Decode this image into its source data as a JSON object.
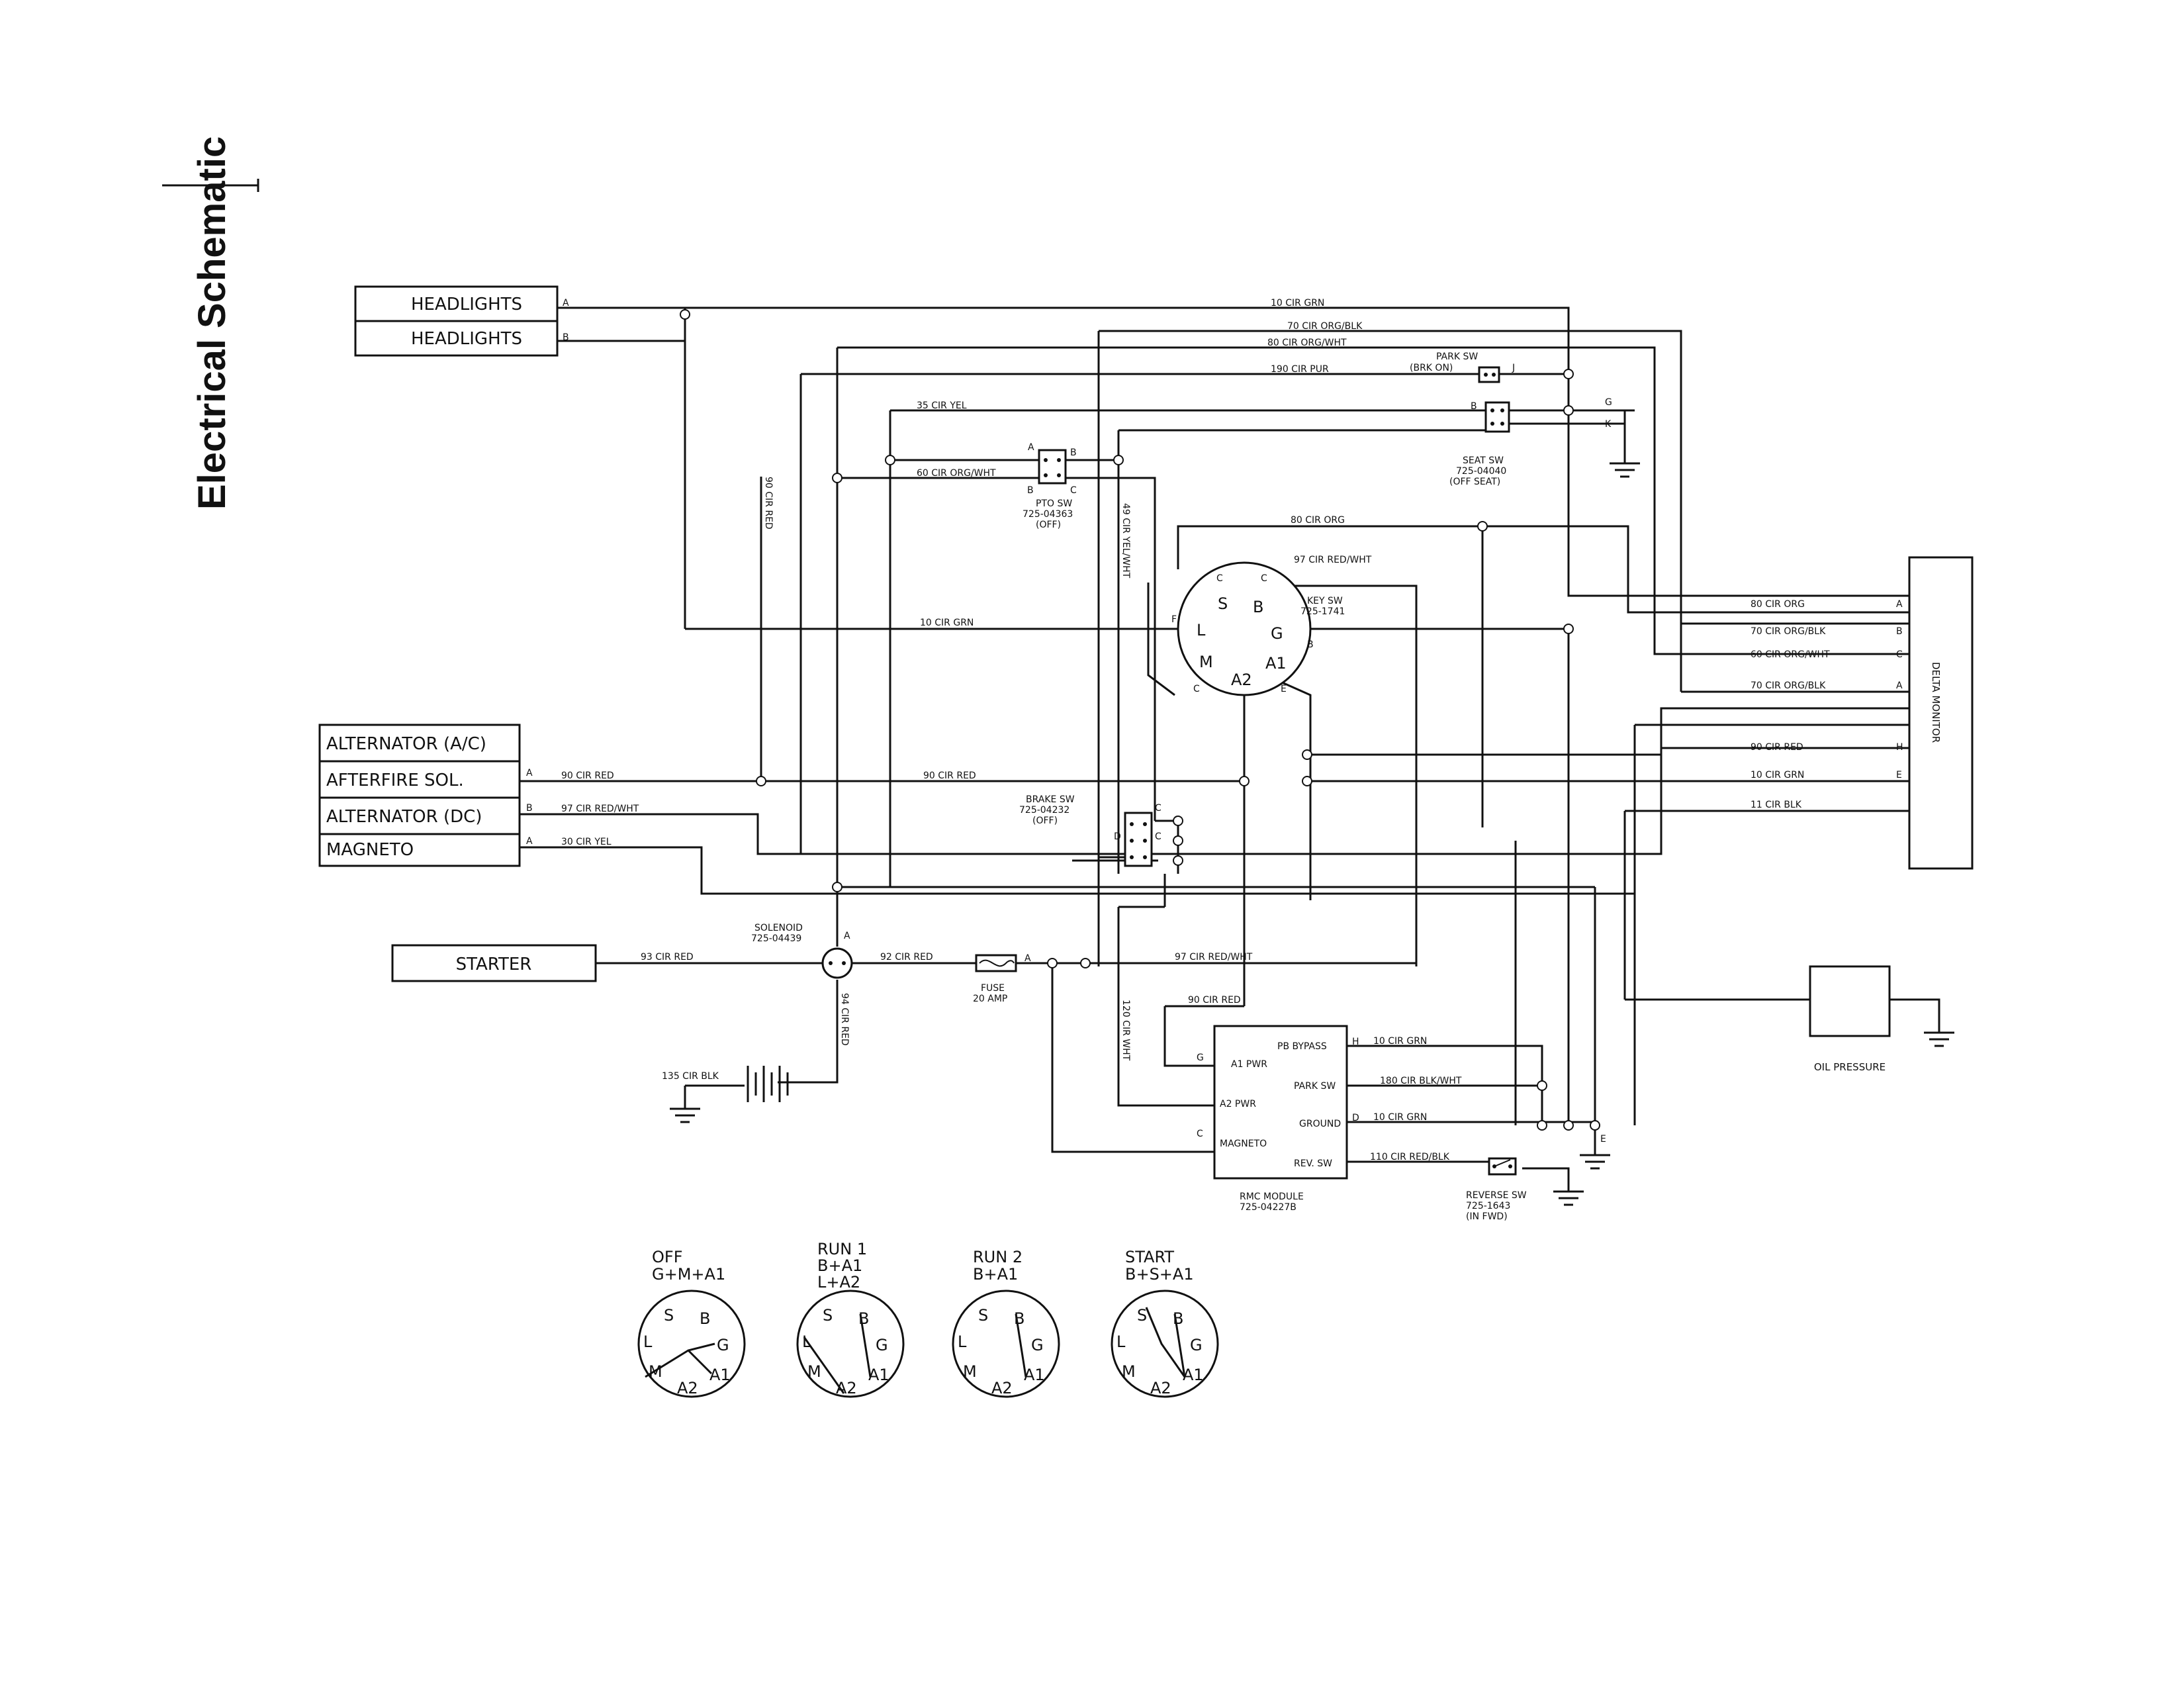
{
  "page": {
    "title": "Electrical Schematic"
  },
  "components": {
    "headlights_a": "HEADLIGHTS",
    "headlights_b": "HEADLIGHTS",
    "alternator_ac": "ALTERNATOR (A/C)",
    "afterfire_sol": "AFTERFIRE SOL.",
    "alternator_dc": "ALTERNATOR (DC)",
    "magneto": "MAGNETO",
    "starter": "STARTER",
    "delta_monitor": "DELTA MONITOR",
    "oil_pressure": "OIL PRESSURE"
  },
  "switches": {
    "park_sw": {
      "name": "PARK SW",
      "state": "(BRK ON)"
    },
    "seat_sw": {
      "name": "SEAT SW",
      "part": "725-04040",
      "state": "(OFF SEAT)"
    },
    "pto_sw": {
      "name": "PTO SW",
      "part": "725-04363",
      "state": "(OFF)"
    },
    "key_sw": {
      "name": "KEY SW",
      "part": "725-1741"
    },
    "brake_sw": {
      "name": "BRAKE SW",
      "part": "725-04232",
      "state": "(OFF)"
    },
    "solenoid": {
      "name": "SOLENOID",
      "part": "725-04439"
    },
    "fuse": {
      "name": "FUSE",
      "rating": "20 AMP"
    },
    "reverse_sw": {
      "name": "REVERSE SW",
      "part": "725-1643",
      "state": "(IN FWD)"
    }
  },
  "rmc": {
    "title": "RMC MODULE",
    "part": "725-04227B",
    "pins_left": [
      "A1 PWR",
      "A2 PWR",
      "MAGNETO"
    ],
    "pins_right": [
      "PB BYPASS",
      "PARK SW",
      "GROUND",
      "REV. SW"
    ]
  },
  "wires": {
    "w10grn_top": "10 CIR GRN",
    "w70orgblk_top": "70 CIR ORG/BLK",
    "w80orgwht_top": "80 CIR ORG/WHT",
    "w190pur": "190 CIR PUR",
    "w35yel": "35 CIR YEL",
    "w60orgwht": "60 CIR ORG/WHT",
    "w90red_vert": "90 CIR RED",
    "w49yelwht": "49 CIR YEL/WHT",
    "w80org": "80 CIR ORG",
    "w97redwht_key": "97 CIR RED/WHT",
    "w10grn_key": "10 CIR GRN",
    "w90red_alt": "90 CIR RED",
    "w90red_mid": "90 CIR RED",
    "w97redwht_alt": "97 CIR RED/WHT",
    "w30yel": "30 CIR YEL",
    "w93red": "93 CIR RED",
    "w92red": "92 CIR RED",
    "w97redwht_fuse": "97 CIR RED/WHT",
    "w94red": "94 CIR RED",
    "w135blk": "135 CIR BLK",
    "w90red_rmc": "90 CIR RED",
    "w120wht": "120 CIR WHT",
    "w10grn_pb": "10 CIR GRN",
    "w180blkwht": "180 CIR BLK/WHT",
    "w10grn_gnd": "10 CIR GRN",
    "w110redblk": "110 CIR RED/BLK"
  },
  "monitor_wires": [
    {
      "label": "80 CIR ORG",
      "pin": "A"
    },
    {
      "label": "70 CIR ORG/BLK",
      "pin": "B"
    },
    {
      "label": "60 CIR ORG/WHT",
      "pin": "C"
    },
    {
      "label": "70 CIR ORG/BLK",
      "pin": "A"
    },
    {
      "label": "90 CIR RED",
      "pin": "H"
    },
    {
      "label": "10 CIR GRN",
      "pin": "E"
    },
    {
      "label": "11 CIR BLK",
      "pin": ""
    }
  ],
  "key_positions": [
    {
      "name": "OFF",
      "combo": "G+M+A1",
      "combo2": ""
    },
    {
      "name": "RUN 1",
      "combo": "B+A1",
      "combo2": "L+A2"
    },
    {
      "name": "RUN 2",
      "combo": "B+A1",
      "combo2": ""
    },
    {
      "name": "START",
      "combo": "B+S+A1",
      "combo2": ""
    }
  ],
  "key_terminals": [
    "S",
    "B",
    "L",
    "G",
    "M",
    "A2",
    "A1"
  ],
  "pin_letters": {
    "A": "A",
    "B": "B",
    "C": "C",
    "D": "D",
    "E": "E",
    "F": "F",
    "G": "G",
    "H": "H",
    "J": "J",
    "K": "K"
  }
}
